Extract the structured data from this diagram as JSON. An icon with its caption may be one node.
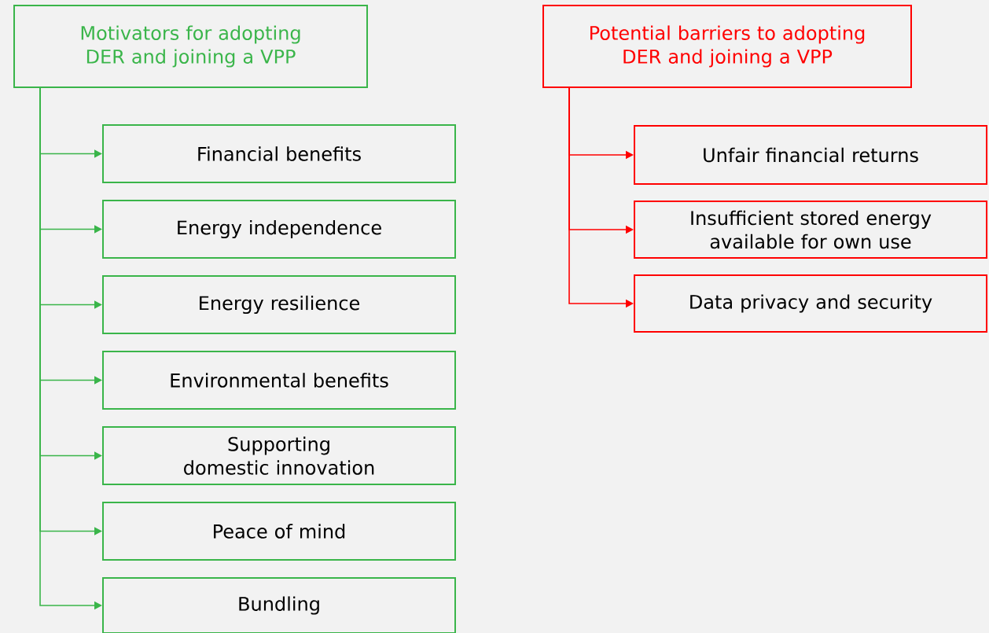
{
  "diagram": {
    "nodes": [
      {
        "text": [
          "Motivators for adopting DER and joining a VPP"
        ]
      },
      {
        "text": [
          "Financial benefits"
        ]
      },
      {
        "text": [
          "Energy independence"
        ]
      },
      {
        "text": [
          "Energy resilience"
        ]
      },
      {
        "text": [
          "Environmental benefits"
        ]
      },
      {
        "text": [
          "Supporting domestic innovation"
        ]
      },
      {
        "text": [
          "Peace of mind"
        ]
      },
      {
        "text": [
          "Bundling"
        ]
      },
      {
        "text": [
          "Potential barriers to adopting DER and joining a VPP"
        ]
      },
      {
        "text": [
          "Unfair financial returns"
        ]
      },
      {
        "text": [
          "Insufficient stored energy available for own use"
        ]
      },
      {
        "text": [
          "Data privacy and security"
        ]
      }
    ],
    "edges": [
      {
        "from": 0,
        "to": 1,
        "arrow": "to"
      },
      {
        "from": 0,
        "to": 2,
        "arrow": "to"
      },
      {
        "from": 0,
        "to": 3,
        "arrow": "to"
      },
      {
        "from": 0,
        "to": 4,
        "arrow": "to"
      },
      {
        "from": 0,
        "to": 5,
        "arrow": "to"
      },
      {
        "from": 0,
        "to": 6,
        "arrow": "to"
      },
      {
        "from": 0,
        "to": 7,
        "arrow": "to"
      },
      {
        "from": 8,
        "to": 9,
        "arrow": "to",
        "color": "#ff0000"
      },
      {
        "from": 8,
        "to": 10,
        "arrow": "to",
        "color": "#ff0000"
      },
      {
        "from": 8,
        "to": 11,
        "arrow": "to",
        "color": "#ff0000"
      }
    ]
  }
}
